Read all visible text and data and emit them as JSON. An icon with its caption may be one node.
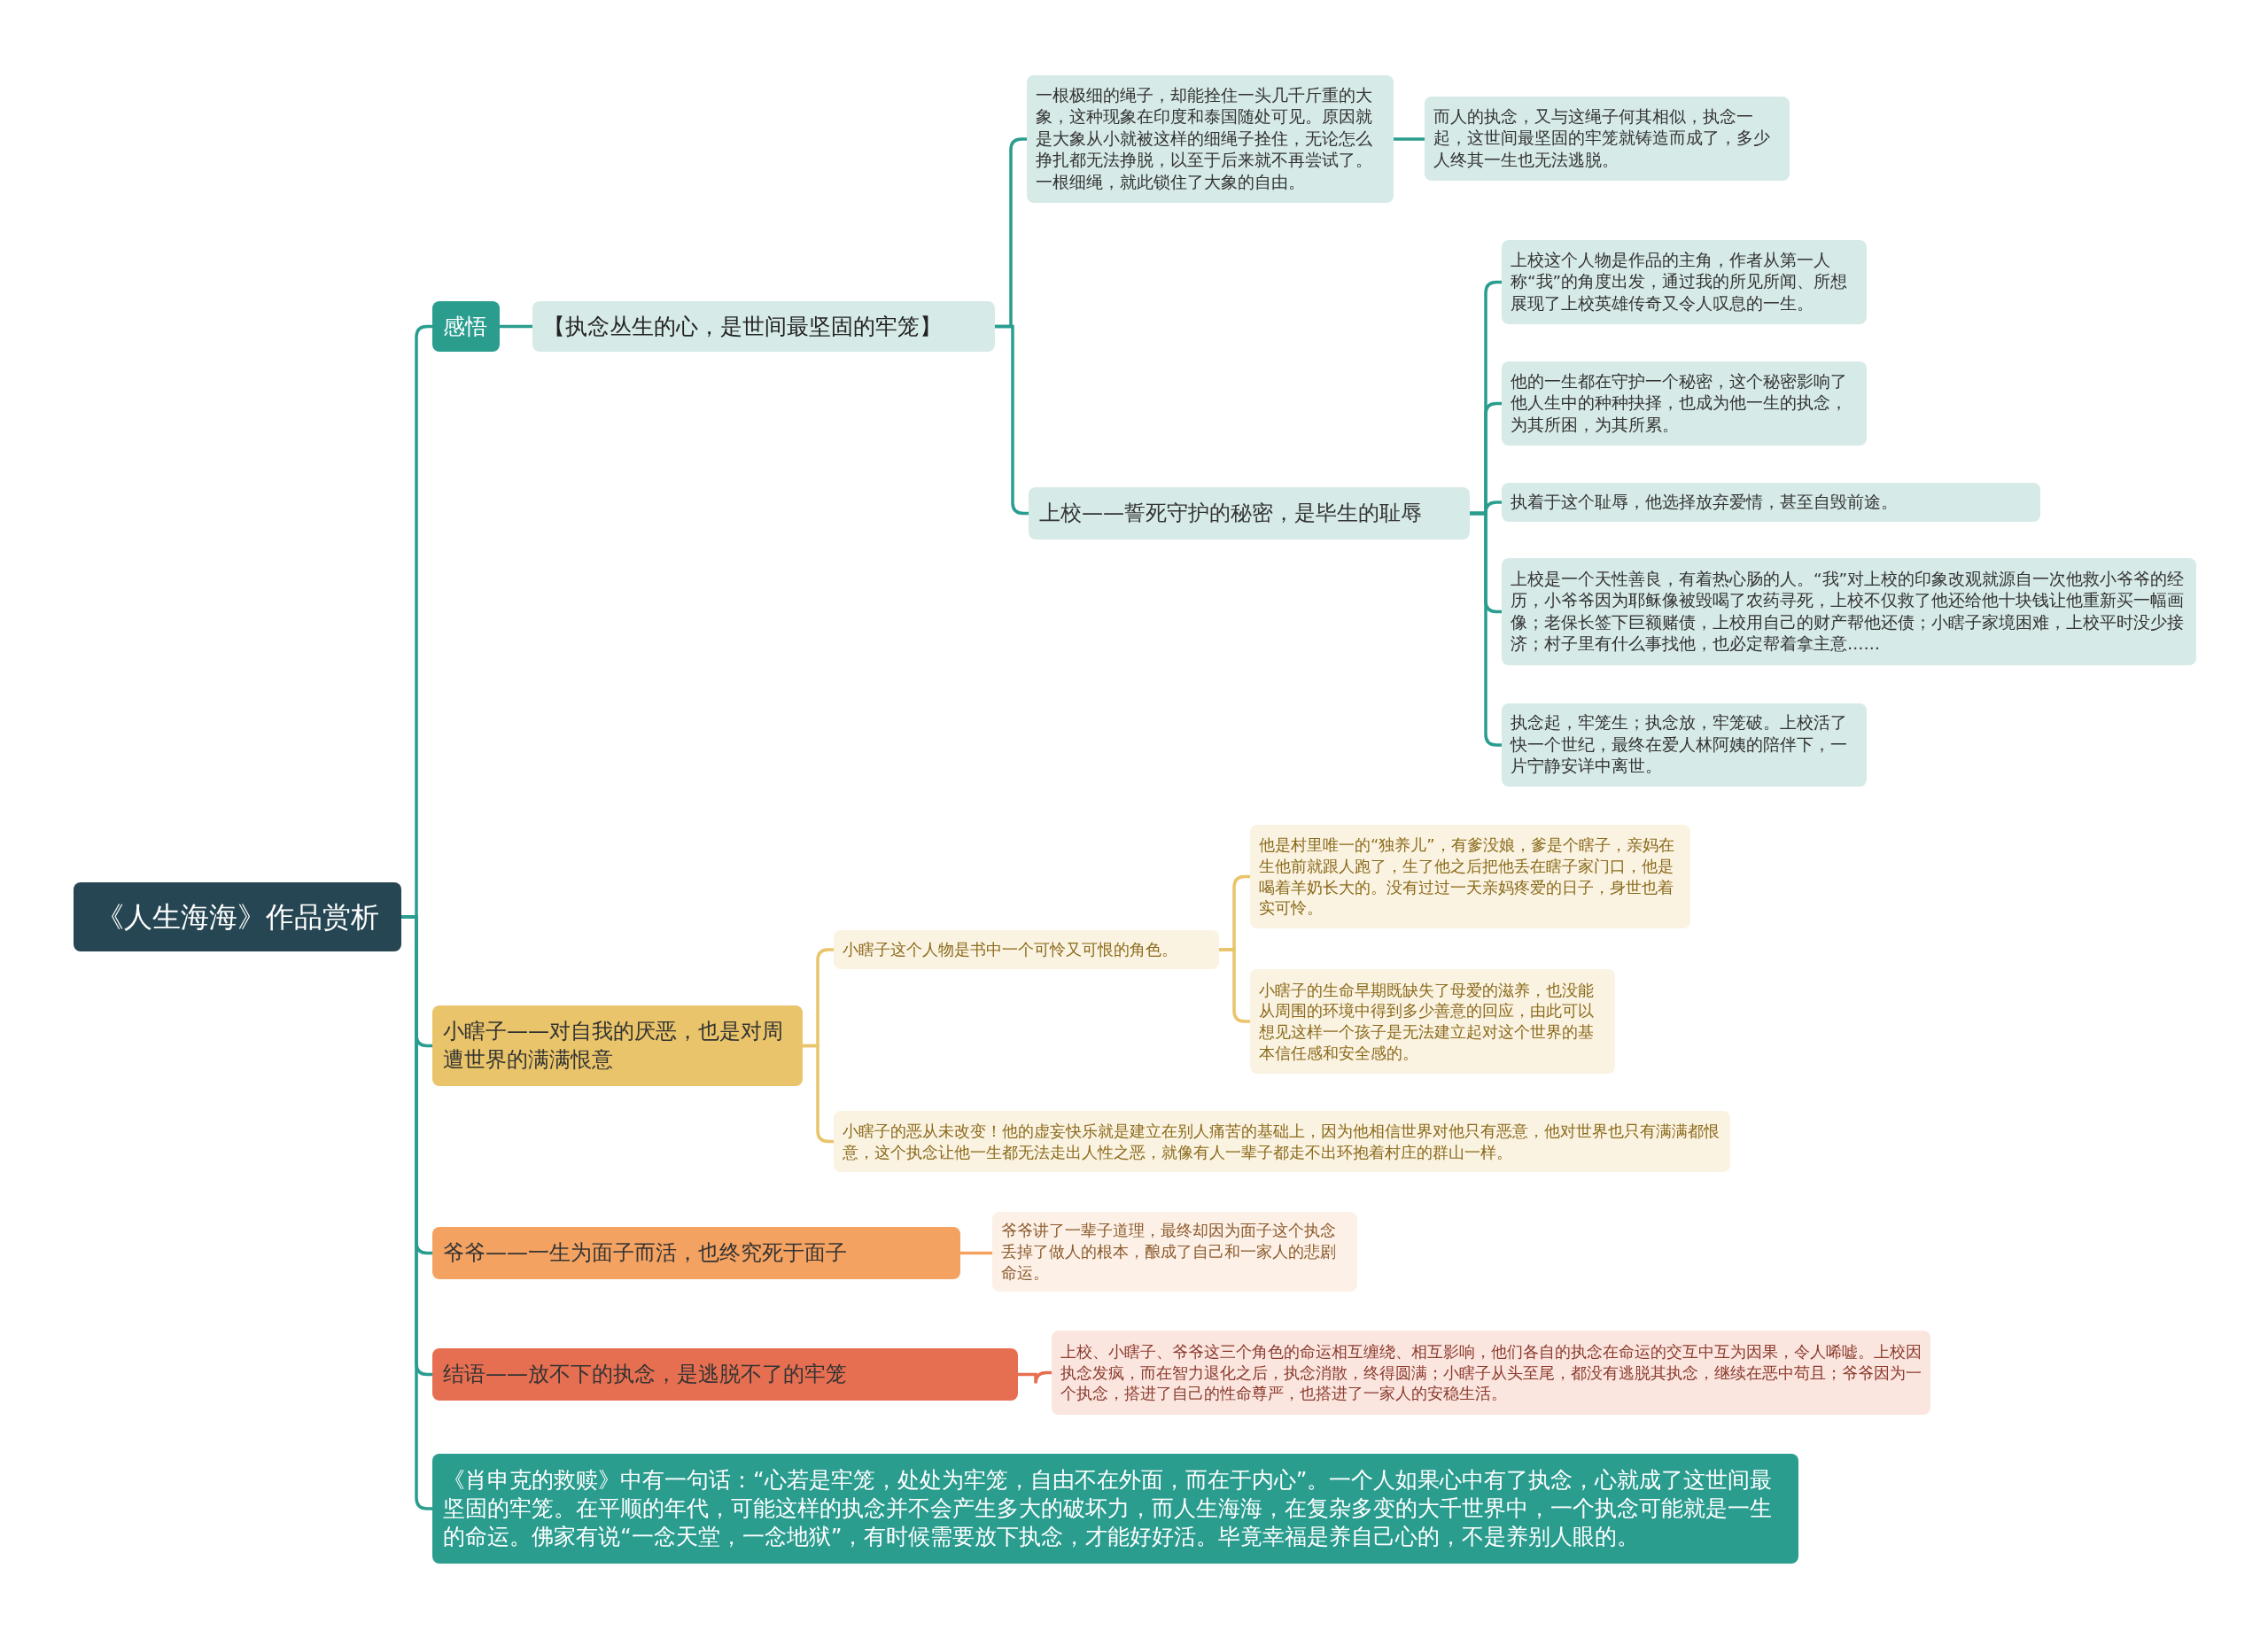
{
  "diagram": {
    "nodes": [
      {
        "text": [
          "《人生海海》作品赏析"
        ]
      },
      {
        "text": [
          "感悟"
        ]
      },
      {
        "text": [
          "【执念丛生的心，是世间最坚固的牢笼】"
        ]
      },
      {
        "text": [
          "一根极细的绳子，却能拴住一头几千斤重的大象，这种现象在印度和泰国随处可见。原因就是大象从小就被这样的细绳子拴住，无论怎么挣扎都无法挣脱，以至于后来就不再尝试了。一根细绳，就此锁住了大象的自由。"
        ]
      },
      {
        "text": [
          "而人的执念，又与这绳子何其相似，执念一起，这世间最坚固的牢笼就铸造而成了，多少人终其一生也无法逃脱。"
        ]
      },
      {
        "text": [
          "上校——誓死守护的秘密，是毕生的耻辱"
        ]
      },
      {
        "text": [
          "上校这个人物是作品的主角，作者从第一人称“我”的角度出发，通过我的所见所闻、所想展现了上校英雄传奇又令人叹息的一生。"
        ]
      },
      {
        "text": [
          "他的一生都在守护一个秘密，这个秘密影响了他人生中的种种抉择，也成为他一生的执念，为其所困，为其所累。"
        ]
      },
      {
        "text": [
          "执着于这个耻辱，他选择放弃爱情，甚至自毁前途。"
        ]
      },
      {
        "text": [
          "上校是一个天性善良，有着热心肠的人。“我”对上校的印象改观就源自一次他救小爷爷的经历，小爷爷因为耶稣像被毁喝了农药寻死，上校不仅救了他还给他十块钱让他重新买一幅画像；老保长签下巨额赌债，上校用自己的财产帮他还债；小瞎子家境困难，上校平时没少接济；村子里有什么事找他，也必定帮着拿主意……"
        ]
      },
      {
        "text": [
          "执念起，牢笼生；执念放，牢笼破。上校活了快一个世纪，最终在爱人林阿姨的陪伴下，一片宁静安详中离世。"
        ]
      },
      {
        "text": [
          "小瞎子——对自我的厌恶，也是对周遭世界的满满恨意"
        ]
      },
      {
        "text": [
          "小瞎子这个人物是书中一个可怜又可恨的角色。"
        ]
      },
      {
        "text": [
          "他是村里唯一的“独养儿”，有爹没娘，爹是个瞎子，亲妈在生他前就跟人跑了，生了他之后把他丢在瞎子家门口，他是喝着羊奶长大的。没有过过一天亲妈疼爱的日子，身世也着实可怜。"
        ]
      },
      {
        "text": [
          "小瞎子的生命早期既缺失了母爱的滋养，也没能从周围的环境中得到多少善意的回应，由此可以想见这样一个孩子是无法建立起对这个世界的基本信任感和安全感的。"
        ]
      },
      {
        "text": [
          "小瞎子的恶从未改变！他的虚妄快乐就是建立在别人痛苦的基础上，因为他相信世界对他只有恶意，他对世界也只有满满都恨意，这个执念让他一生都无法走出人性之恶，就像有人一辈子都走不出环抱着村庄的群山一样。"
        ]
      },
      {
        "text": [
          "爷爷——一生为面子而活，也终究死于面子"
        ]
      },
      {
        "text": [
          "爷爷讲了一辈子道理，最终却因为面子这个执念丢掉了做人的根本，酿成了自己和一家人的悲剧命运。"
        ]
      },
      {
        "text": [
          "结语——放不下的执念，是逃脱不了的牢笼"
        ]
      },
      {
        "text": [
          "上校、小瞎子、爷爷这三个角色的命运相互缠绕、相互影响，他们各自的执念在命运的交互中互为因果，令人唏嘘。上校因执念发疯，而在智力退化之后，执念消散，终得圆满；小瞎子从头至尾，都没有逃脱其执念，继续在恶中苟且；爷爷因为一个执念，搭进了自己的性命尊严，也搭进了一家人的安稳生活。"
        ]
      },
      {
        "text": [
          "《肖申克的救赎》中有一句话：“心若是牢笼，处处为牢笼，自由不在外面，而在于内心”。一个人如果心中有了执念，心就成了这世间最坚固的牢笼。在平顺的年代，可能这样的执念并不会产生多大的破坏力，而人生海海，在复杂多变的大千世界中，一个执念可能就是一生的命运。佛家有说“一念天堂，一念地狱”，有时候需要放下执念，才能好好活。毕竟幸福是养自己心的，不是养别人眼的。"
        ]
      }
    ],
    "edges": [
      {
        "from": 0,
        "to": 1,
        "arrow": "none"
      },
      {
        "from": 1,
        "to": 2,
        "arrow": "none"
      },
      {
        "from": 2,
        "to": 3,
        "arrow": "none"
      },
      {
        "from": 3,
        "to": 4,
        "arrow": "none"
      },
      {
        "from": 2,
        "to": 5,
        "arrow": "none"
      },
      {
        "from": 5,
        "to": 6,
        "arrow": "none"
      },
      {
        "from": 5,
        "to": 7,
        "arrow": "none"
      },
      {
        "from": 5,
        "to": 8,
        "arrow": "none"
      },
      {
        "from": 5,
        "to": 9,
        "arrow": "none"
      },
      {
        "from": 5,
        "to": 10,
        "arrow": "none"
      },
      {
        "from": 0,
        "to": 11,
        "arrow": "none"
      },
      {
        "from": 11,
        "to": 12,
        "arrow": "none",
        "color": "#e9c46a"
      },
      {
        "from": 12,
        "to": 13,
        "arrow": "none",
        "color": "#e9c46a"
      },
      {
        "from": 12,
        "to": 14,
        "arrow": "none",
        "color": "#e9c46a"
      },
      {
        "from": 11,
        "to": 15,
        "arrow": "none",
        "color": "#e9c46a"
      },
      {
        "from": 0,
        "to": 16,
        "arrow": "none"
      },
      {
        "from": 16,
        "to": 17,
        "arrow": "none",
        "color": "#f4a261"
      },
      {
        "from": 0,
        "to": 18,
        "arrow": "none"
      },
      {
        "from": 18,
        "to": 19,
        "arrow": "none",
        "color": "#e76f51"
      },
      {
        "from": 0,
        "to": 20,
        "arrow": "none"
      }
    ]
  }
}
